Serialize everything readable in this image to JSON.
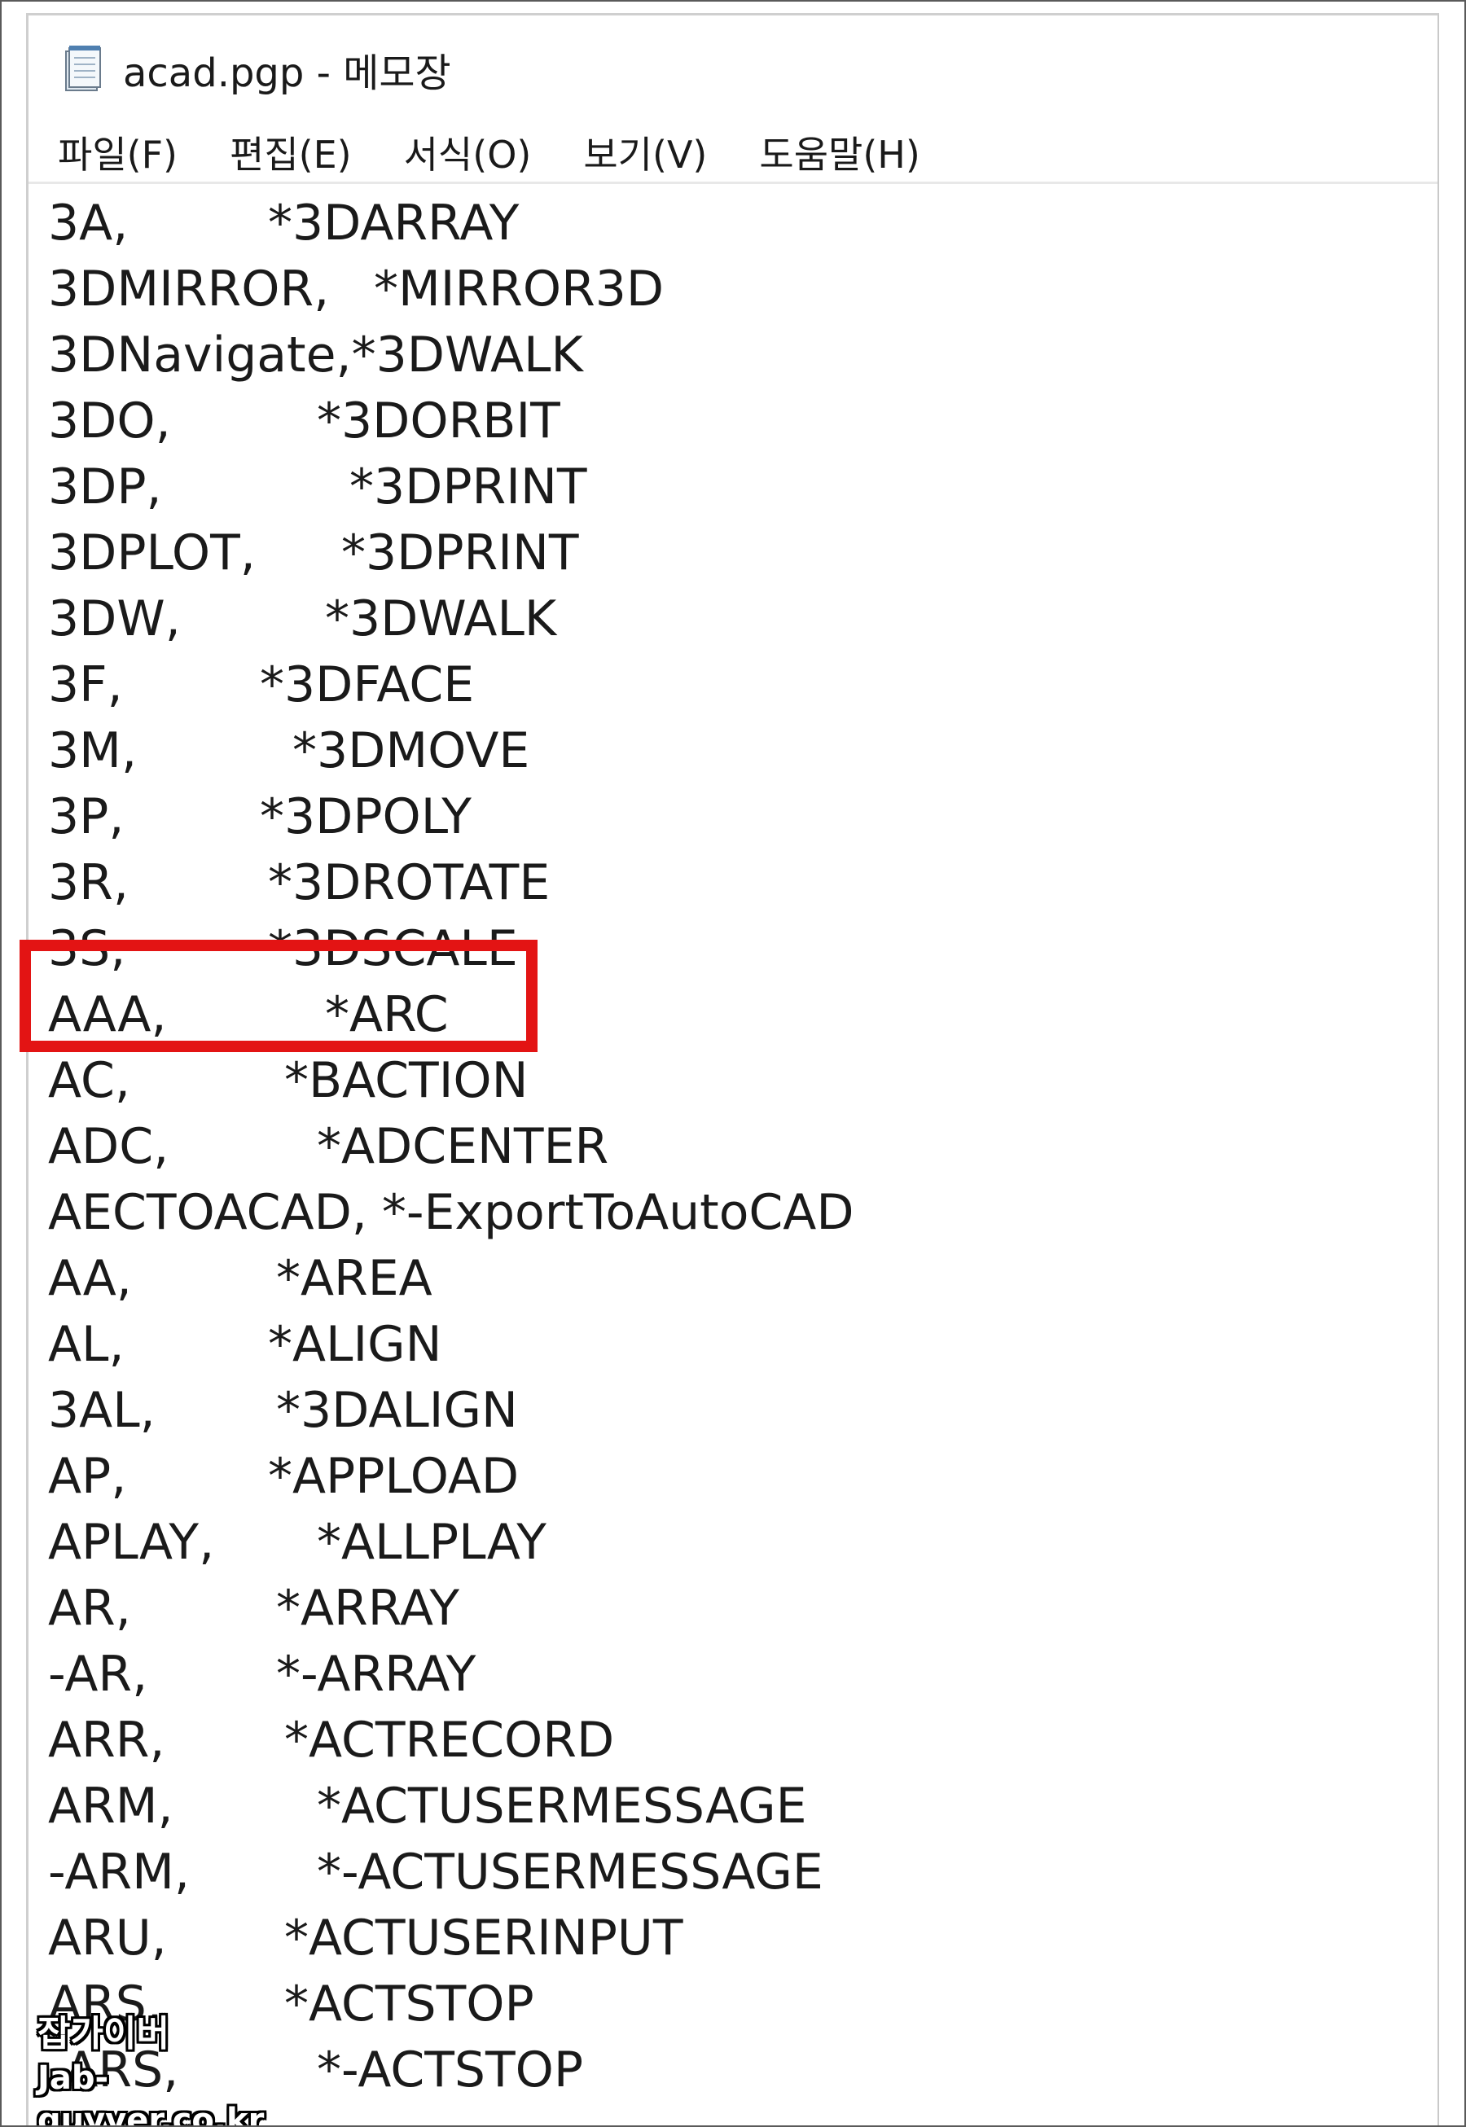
{
  "window": {
    "title": "acad.pgp - 메모장"
  },
  "menu": [
    {
      "label": "파일(F)"
    },
    {
      "label": "편집(E)"
    },
    {
      "label": "서식(O)"
    },
    {
      "label": "보기(V)"
    },
    {
      "label": "도움말(H)"
    }
  ],
  "lines": [
    {
      "alias": "3A,",
      "command": "*3DARRAY"
    },
    {
      "alias": "3DMIRROR,",
      "command": "*MIRROR3D"
    },
    {
      "alias": "3DNavigate,",
      "command": "*3DWALK"
    },
    {
      "alias": "3DO,",
      "command": "*3DORBIT"
    },
    {
      "alias": "3DP,",
      "command": "*3DPRINT"
    },
    {
      "alias": "3DPLOT,",
      "command": "*3DPRINT"
    },
    {
      "alias": "3DW,",
      "command": "*3DWALK"
    },
    {
      "alias": "3F,",
      "command": "*3DFACE"
    },
    {
      "alias": "3M,",
      "command": "*3DMOVE"
    },
    {
      "alias": "3P,",
      "command": "*3DPOLY"
    },
    {
      "alias": "3R,",
      "command": "*3DROTATE"
    },
    {
      "alias": "3S,",
      "command": "*3DSCALE"
    },
    {
      "alias": "AAA,",
      "command": "*ARC"
    },
    {
      "alias": "AC,",
      "command": "*BACTION"
    },
    {
      "alias": "ADC,",
      "command": "*ADCENTER"
    },
    {
      "alias": "AECTOACAD,",
      "command": "*-ExportToAutoCAD"
    },
    {
      "alias": "AA,",
      "command": "*AREA"
    },
    {
      "alias": "AL,",
      "command": "*ALIGN"
    },
    {
      "alias": "3AL,",
      "command": "*3DALIGN"
    },
    {
      "alias": "AP,",
      "command": "*APPLOAD"
    },
    {
      "alias": "APLAY,",
      "command": "*ALLPLAY"
    },
    {
      "alias": "AR,",
      "command": "*ARRAY"
    },
    {
      "alias": "-AR,",
      "command": "*-ARRAY"
    },
    {
      "alias": "ARR,",
      "command": "*ACTRECORD"
    },
    {
      "alias": "ARM,",
      "command": "*ACTUSERMESSAGE"
    },
    {
      "alias": "-ARM,",
      "command": "*-ACTUSERMESSAGE"
    },
    {
      "alias": "ARU,",
      "command": "*ACTUSERINPUT"
    },
    {
      "alias": "ARS,",
      "command": "*ACTSTOP"
    },
    {
      "alias": "-ARS,",
      "command": "*-ACTSTOP"
    }
  ],
  "watermark": {
    "name": "잡가이버",
    "site": "Jab-guyver.co.kr"
  },
  "colors": {
    "highlight": "#e31414",
    "text": "#1a1a1a"
  }
}
